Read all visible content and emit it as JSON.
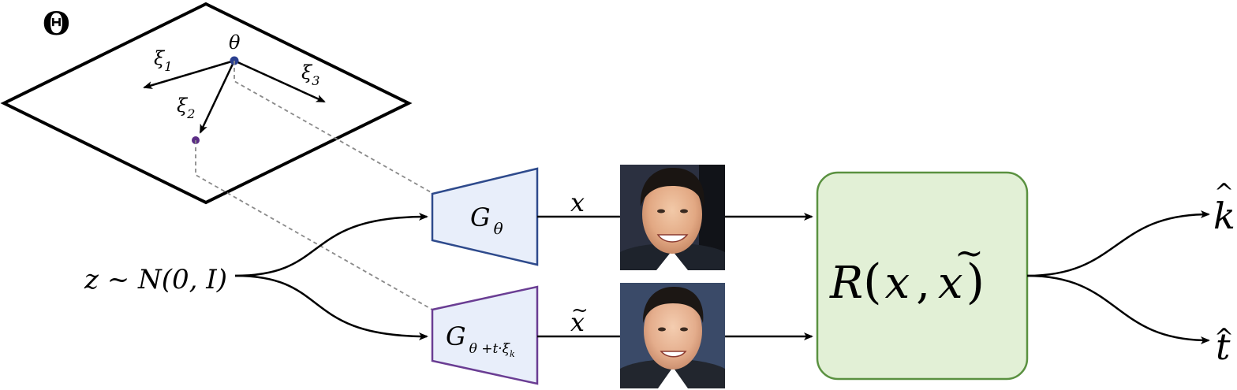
{
  "param_space": {
    "label": "Θ",
    "point_label": "θ",
    "directions": [
      {
        "symbol": "ξ",
        "index": "1"
      },
      {
        "symbol": "ξ",
        "index": "2"
      },
      {
        "symbol": "ξ",
        "index": "3"
      }
    ]
  },
  "input": {
    "text": "z ~ N(0, I)"
  },
  "generators": {
    "top": {
      "symbol": "G",
      "subscript": "θ"
    },
    "bottom": {
      "symbol": "G",
      "subscript": "θ +t·ξ",
      "sub_sub": "k"
    }
  },
  "images": {
    "top_label": "x",
    "bottom_label": "x",
    "bottom_tilde": "~"
  },
  "reconstructor": {
    "text_R": "R",
    "text_open": "(",
    "text_x": "x",
    "text_comma": ",",
    "text_xt": "x",
    "text_tilde": "~",
    "text_close": ")"
  },
  "outputs": {
    "k_label": "k",
    "t_label": "t",
    "hat": "^"
  },
  "colors": {
    "generator_top_stroke": "#2e4a8c",
    "generator_bottom_stroke": "#6a3d93",
    "generator_fill": "#e8eefa",
    "reconstructor_fill": "#e2f0d6",
    "reconstructor_stroke": "#5a9140",
    "theta_point": "#2a3f8f",
    "shifted_point": "#5b2d86",
    "dashed_line": "#8a8a8a"
  }
}
